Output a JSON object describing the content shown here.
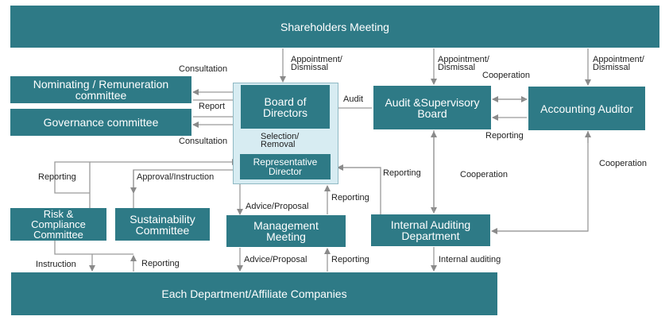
{
  "boxes": {
    "shareholders": "Shareholders Meeting",
    "nominating_line1": "Nominating / Remuneration",
    "nominating_line2": "committee",
    "governance": "Governance committee",
    "board_line1": "Board  of",
    "board_line2": "Directors",
    "representative_line1": "Representative",
    "representative_line2": "Director",
    "audit_board_line1": "Audit &Supervisory",
    "audit_board_line2": "Board",
    "accounting_auditor": "Accounting Auditor",
    "risk_line1": "Risk &",
    "risk_line2": "Compliance",
    "risk_line3": "Committee",
    "sustainability_line1": "Sustainability",
    "sustainability_line2": "Committee",
    "management_line1": "Management",
    "management_line2": "Meeting",
    "internal_audit_line1": "Internal Auditing",
    "internal_audit_line2": "Department",
    "departments": "Each Department/Affiliate Companies"
  },
  "labels": {
    "consultation_top": "Consultation",
    "report": "Report",
    "consultation_bottom": "Consultation",
    "appointment_1a": "Appointment/",
    "appointment_1b": "Dismissal",
    "appointment_2a": "Appointment/",
    "appointment_2b": "Dismissal",
    "appointment_3a": "Appointment/",
    "appointment_3b": "Dismissal",
    "cooperation_top": "Cooperation",
    "audit": "Audit",
    "selection_a": "Selection/",
    "selection_b": "Removal",
    "reporting_accounting": "Reporting",
    "reporting_left": "Reporting",
    "approval_instruction": "Approval/Instruction",
    "reporting_internal": "Reporting",
    "cooperation_mid": "Cooperation",
    "cooperation_right": "Cooperation",
    "advice_proposal_1": "Advice/Proposal",
    "reporting_mgmt_1": "Reporting",
    "instruction": "Instruction",
    "reporting_bottom_left": "Reporting",
    "advice_proposal_2": "Advice/Proposal",
    "reporting_mgmt_2": "Reporting",
    "internal_auditing": "Internal auditing"
  },
  "colors": {
    "box_fill": "#2e7a86",
    "board_frame": "#d7ecf2",
    "line": "#9a9a9a"
  }
}
